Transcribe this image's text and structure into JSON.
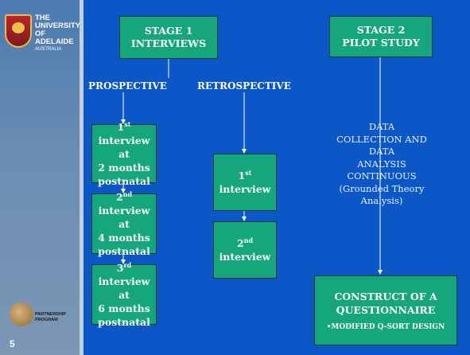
{
  "sidebar": {
    "logo_text_line1": "THE UNIVERSITY",
    "logo_text_line2": "OF ADELAIDE",
    "logo_text_line3": "AUSTRALIA",
    "bottom_logo_text": "PARTNERSHIP PROGRAM",
    "page_number": "5"
  },
  "stage1": {
    "line1": "STAGE 1",
    "line2": "INTERVIEWS"
  },
  "stage2": {
    "line1": "STAGE 2",
    "line2": "PILOT STUDY"
  },
  "branches": {
    "prospective": "PROSPECTIVE",
    "retrospective": "RETROSPECTIVE"
  },
  "prospective_interviews": [
    {
      "num": "1",
      "sup": "st",
      "rest": " interview at",
      "line2": "2 months",
      "line3": "postnatal"
    },
    {
      "num": "2",
      "sup": "nd",
      "rest": " interview at",
      "line2": "4 months",
      "line3": "postnatal"
    },
    {
      "num": "3",
      "sup": "rd",
      "rest": " interview at",
      "line2": "6 months",
      "line3": "postnatal"
    }
  ],
  "retrospective_interviews": [
    {
      "num": "1",
      "sup": "st",
      "rest": " interview"
    },
    {
      "num": "2",
      "sup": "nd",
      "rest": " interview"
    }
  ],
  "note": {
    "line1": "DATA",
    "line2": "COLLECTION AND",
    "line3": "DATA",
    "line4": "ANALYSIS",
    "line5": "CONTINUOUS",
    "line6": "(Grounded Theory",
    "line7": "Analysis)"
  },
  "questionnaire": {
    "line1": "CONSTRUCT OF A",
    "line2": "QUESTIONNAIRE",
    "sub": "•MODIFIED Q-SORT DESIGN"
  },
  "colors": {
    "background": "#0b57c7",
    "box": "#16a67c",
    "sidebar": "#6c8eb3"
  }
}
